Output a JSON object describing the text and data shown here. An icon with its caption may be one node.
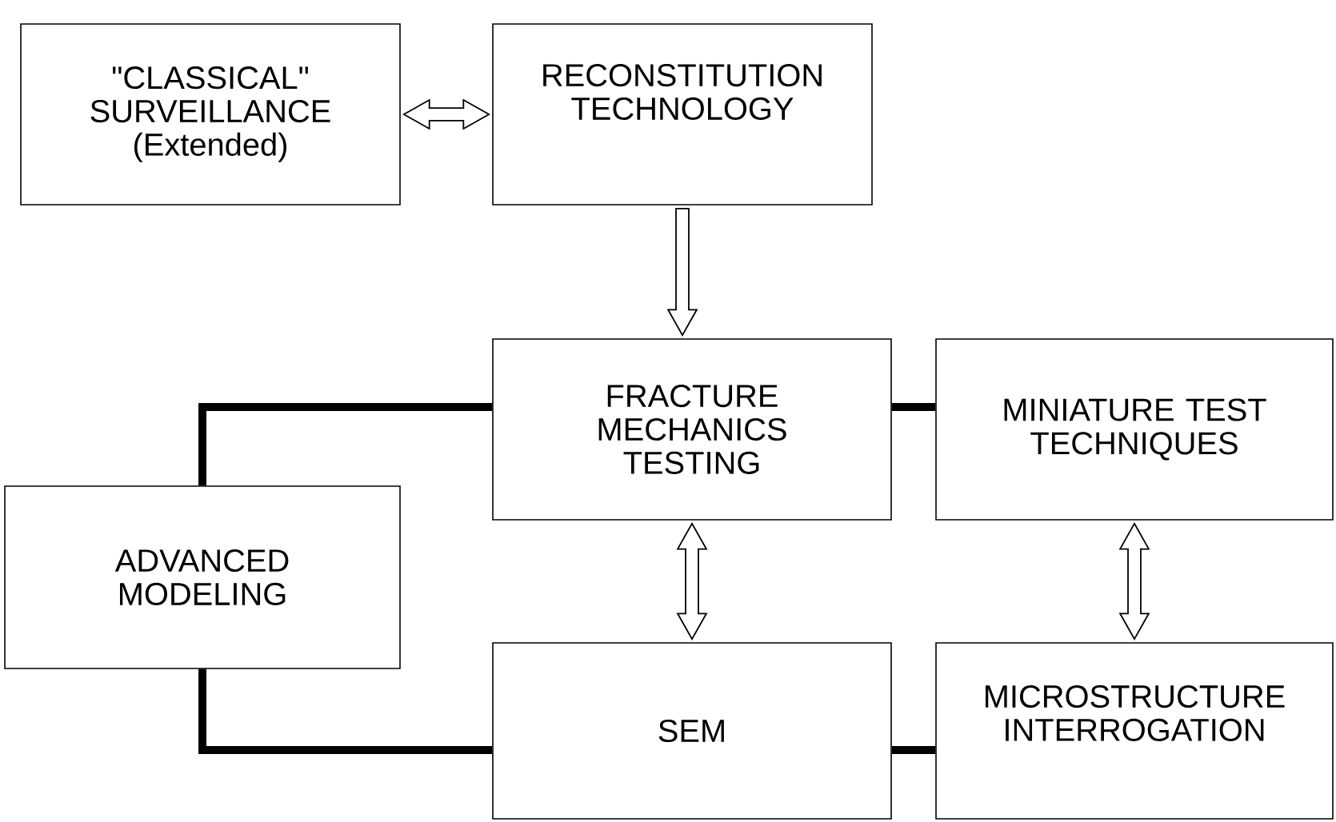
{
  "diagram": {
    "nodes": [
      {
        "text": [
          "\"CLASSICAL\" SURVEILLANCE (Extended)"
        ]
      },
      {
        "text": [
          "RECONSTITUTION TECHNOLOGY"
        ]
      },
      {
        "text": [
          "FRACTURE MECHANICS TESTING"
        ]
      },
      {
        "text": [
          "MINIATURE TEST TECHNIQUES"
        ]
      },
      {
        "text": [
          "ADVANCED MODELING"
        ]
      },
      {
        "text": [
          "SEM"
        ]
      },
      {
        "text": [
          "MICROSTRUCTURE INTERROGATION"
        ]
      }
    ],
    "edges": [
      {
        "from": 0,
        "to": 1,
        "arrow": "both"
      },
      {
        "from": 1,
        "to": 2,
        "arrow": "to"
      },
      {
        "from": 2,
        "to": 3,
        "arrow": "none"
      },
      {
        "from": 4,
        "to": 2,
        "arrow": "none"
      },
      {
        "from": 2,
        "to": 5,
        "arrow": "both"
      },
      {
        "from": 3,
        "to": 6,
        "arrow": "both"
      },
      {
        "from": 4,
        "to": 5,
        "arrow": "none"
      },
      {
        "from": 5,
        "to": 6,
        "arrow": "none"
      }
    ]
  }
}
